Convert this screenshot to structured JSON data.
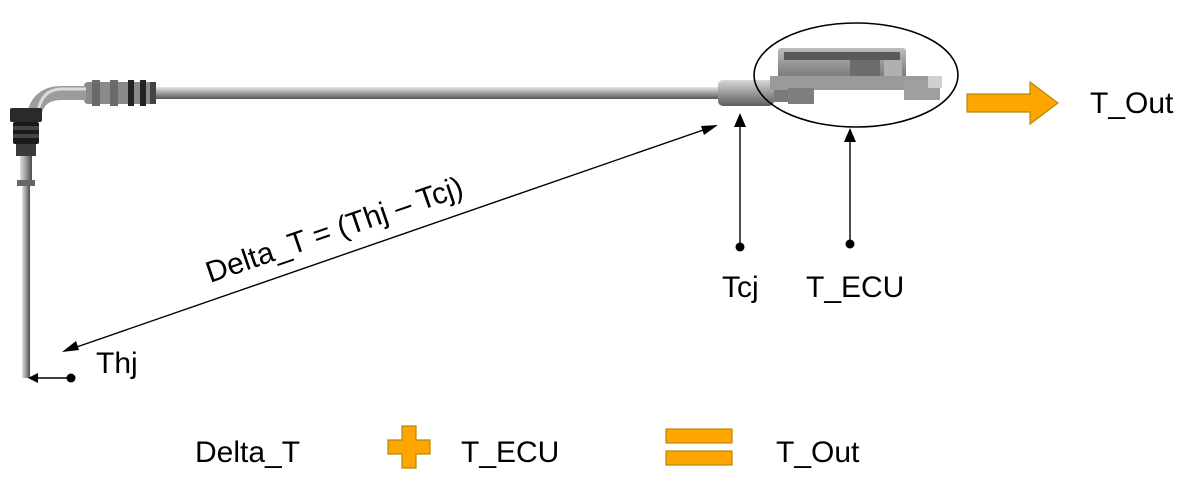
{
  "labels": {
    "delta_formula": "Delta_T =  (Thj – Tcj)",
    "thj": "Thj",
    "tcj": "Tcj",
    "t_ecu": "T_ECU",
    "t_out": "T_Out"
  },
  "equation": {
    "term1": "Delta_T",
    "term2": "T_ECU",
    "result": "T_Out"
  },
  "colors": {
    "accent": "#FFA500",
    "accent_stroke": "#B8860B",
    "line": "#000000",
    "probe_light": "#d0d0d0",
    "probe_dark": "#5a5a5a"
  },
  "icons": {
    "plus": "plus-icon",
    "equals": "equals-icon",
    "arrow": "arrow-right-icon"
  }
}
